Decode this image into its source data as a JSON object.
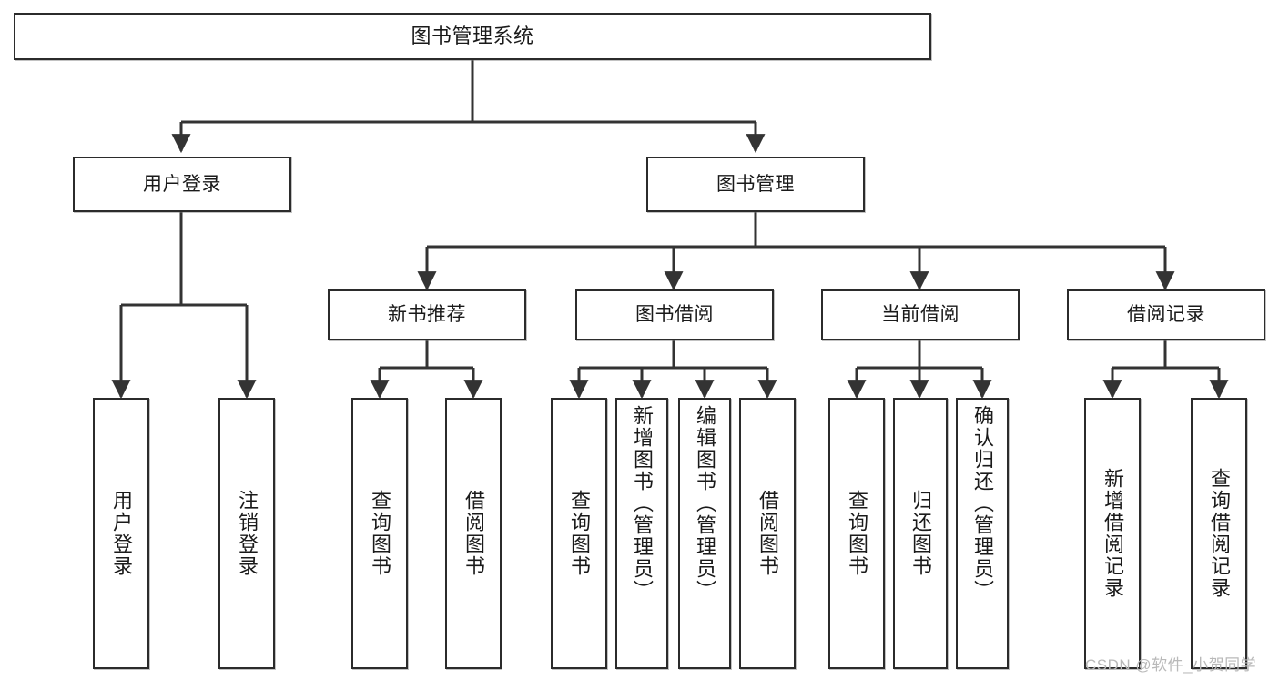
{
  "diagram": {
    "title": "图书管理系统",
    "type": "tree-hierarchy-chart",
    "root": {
      "id": "root",
      "label": "图书管理系统"
    },
    "level2": [
      {
        "id": "user-login",
        "label": "用户登录"
      },
      {
        "id": "book-manage",
        "label": "图书管理"
      }
    ],
    "level3": [
      {
        "id": "new-book-rec",
        "label": "新书推荐"
      },
      {
        "id": "book-borrow",
        "label": "图书借阅"
      },
      {
        "id": "current-borrow",
        "label": "当前借阅"
      },
      {
        "id": "borrow-record",
        "label": "借阅记录"
      }
    ],
    "leaves": {
      "user_login": [
        {
          "id": "leaf-user-login",
          "label": "用户登录"
        },
        {
          "id": "leaf-logout",
          "label": "注销登录"
        }
      ],
      "new_book_rec": [
        {
          "id": "leaf-query-book-1",
          "label": "查询图书"
        },
        {
          "id": "leaf-borrow-book-1",
          "label": "借阅图书"
        }
      ],
      "book_borrow": [
        {
          "id": "leaf-query-book-2",
          "label": "查询图书"
        },
        {
          "id": "leaf-add-book",
          "label": "新增图书（管理员）"
        },
        {
          "id": "leaf-edit-book",
          "label": "编辑图书（管理员）"
        },
        {
          "id": "leaf-borrow-book-2",
          "label": "借阅图书"
        }
      ],
      "current_borrow": [
        {
          "id": "leaf-query-book-3",
          "label": "查询图书"
        },
        {
          "id": "leaf-return-book",
          "label": "归还图书"
        },
        {
          "id": "leaf-confirm-return",
          "label": "确认归还（管理员）"
        }
      ],
      "borrow_record": [
        {
          "id": "leaf-add-record",
          "label": "新增借阅记录"
        },
        {
          "id": "leaf-query-record",
          "label": "查询借阅记录"
        }
      ]
    }
  },
  "watermark": {
    "text": "CSDN @软件_小贺同学"
  },
  "colors": {
    "box_border": "#2b2b2b",
    "box_fill": "#ffffff",
    "line": "#333333",
    "text": "#1a1a1a",
    "watermark": "#b9b9b9",
    "background": "#ffffff"
  }
}
